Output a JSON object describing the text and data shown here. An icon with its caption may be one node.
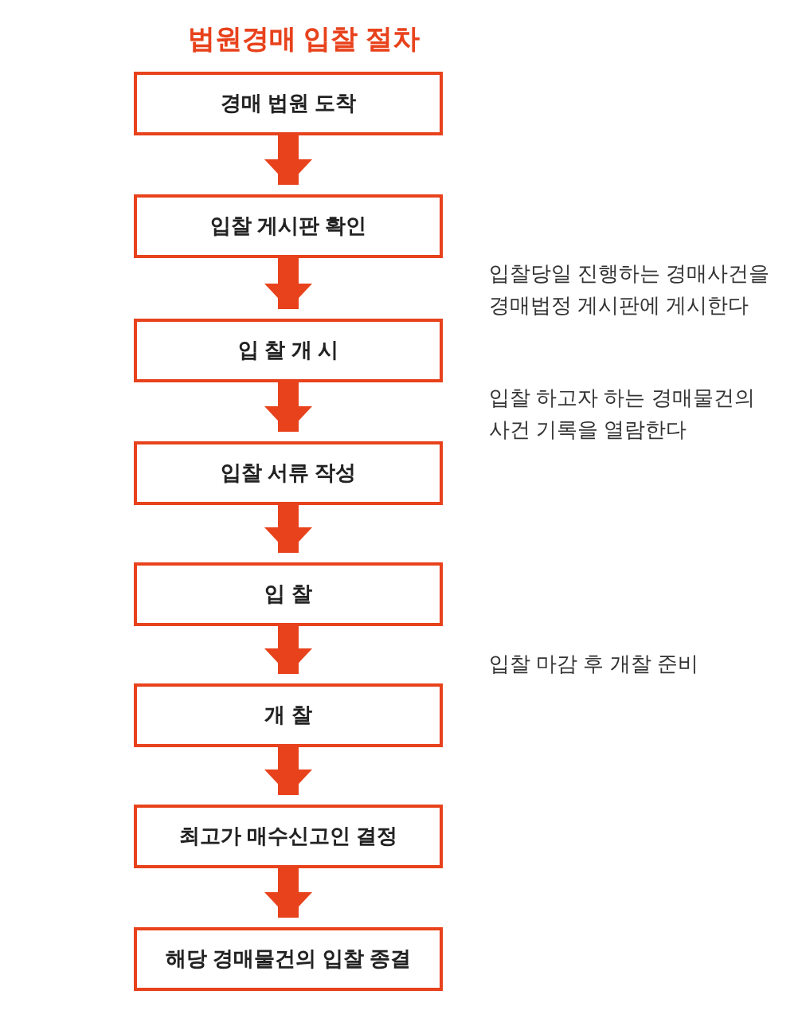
{
  "diagram": {
    "title": "법원경매 입찰 절차",
    "nodes": [
      {
        "text": [
          "경매 법원 도착"
        ]
      },
      {
        "text": [
          "입찰 게시판 확인"
        ]
      },
      {
        "text": [
          "입 찰 개 시"
        ]
      },
      {
        "text": [
          "입찰 서류 작성"
        ]
      },
      {
        "text": [
          "입 찰"
        ]
      },
      {
        "text": [
          "개 찰"
        ]
      },
      {
        "text": [
          "최고가 매수신고인 결정"
        ]
      },
      {
        "text": [
          "해당 경매물건의 입찰 종결"
        ]
      }
    ],
    "edges": [
      {
        "from": 0,
        "to": 1,
        "arrow": "to"
      },
      {
        "from": 1,
        "to": 2,
        "arrow": "to"
      },
      {
        "from": 2,
        "to": 3,
        "arrow": "to"
      },
      {
        "from": 3,
        "to": 4,
        "arrow": "to"
      },
      {
        "from": 4,
        "to": 5,
        "arrow": "to"
      },
      {
        "from": 5,
        "to": 6,
        "arrow": "to"
      },
      {
        "from": 6,
        "to": 7,
        "arrow": "to"
      }
    ],
    "labels": [
      "입찰당일 진행하는 경매사건을 경매법정 게시판에 게시한다",
      "입찰 하고자 하는 경매물건의 사건 기록을 열람한다",
      "입찰 마감 후 개찰 준비"
    ]
  }
}
